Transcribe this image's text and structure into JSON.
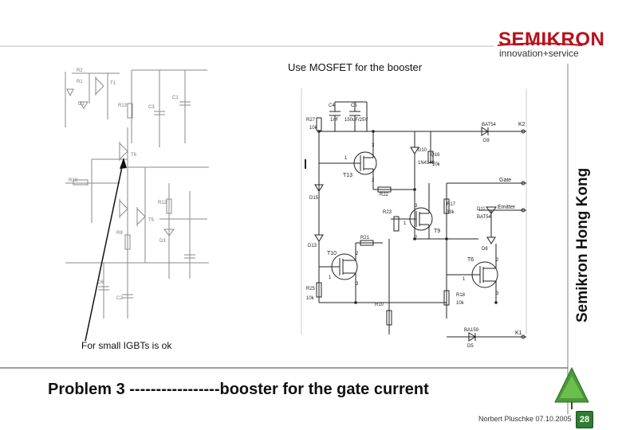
{
  "brand": {
    "logo_word": "SEMIKRON",
    "tagline": "innovation+service",
    "logo_color": "#b8101a"
  },
  "captions": {
    "top": "Use MOSFET for the booster",
    "bottom": "For small IGBTs is ok"
  },
  "vertical_label": "Semikron Hong Kong",
  "slide_title": "Problem 3 -----------------booster for the gate current",
  "footer": {
    "author_date": "Norbert Pluschke 07.10.2005",
    "page_number": "28",
    "badge_color": "#2e7d32"
  },
  "right_schematic": {
    "labels": {
      "c4": "C4",
      "c4_val": "1nF",
      "c5": "C5",
      "c5_val": "150uF/25V",
      "r27": "R27",
      "r27_val": "10k",
      "d10": "D10",
      "q16": "Q16",
      "d10_val": "1N4148",
      "r_val": "10k",
      "t13": "T13",
      "d15": "D15",
      "r22": "R22",
      "r23": "R23",
      "t9": "T9",
      "d13": "D13",
      "r21": "R21",
      "t10": "T10",
      "r25": "R25",
      "r25_val": "10k",
      "r10": "R10",
      "bat": "BAT54",
      "d9": "D9",
      "k2": "K2",
      "gate": "Gate",
      "emitter": "Emitter",
      "r17": "R17",
      "r17_val": "33k",
      "d11": "D11",
      "d11_part": "BAT54",
      "d8": "D8",
      "t6": "T6",
      "r18": "R18",
      "r18_val": "10k",
      "bat2": "BA159",
      "d5": "D5",
      "k1": "K1",
      "pin_1": "1",
      "pin_2": "2",
      "pin_3": "3"
    }
  },
  "left_schematic": {
    "labels": {
      "r2": "R2",
      "r1": "R1",
      "t1": "T1",
      "d1": "D1",
      "r13": "R13",
      "c3": "C3",
      "c1": "C1",
      "r10": "R10",
      "t6": "T6",
      "t5": "T5",
      "r8": "R8",
      "r12": "R12",
      "d3": "D3",
      "c2": "C2",
      "c6": "C6"
    }
  },
  "icons": [
    "tree-logo-icon",
    "semikron-logo-icon"
  ]
}
